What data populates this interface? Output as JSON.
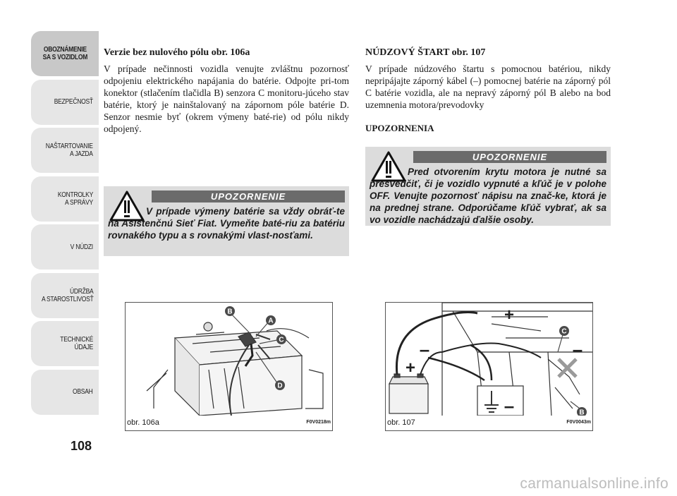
{
  "sidebar": {
    "tabs": [
      {
        "label": "OBOZNÁMENIE\nSA S VOZIDLOM",
        "active": true
      },
      {
        "label": "BEZPEČNOSŤ",
        "active": false
      },
      {
        "label": "NAŠTARTOVANIE\nA JAZDA",
        "active": false
      },
      {
        "label": "KONTROLKY\nA SPRÁVY",
        "active": false
      },
      {
        "label": "V NÚDZI",
        "active": false
      },
      {
        "label": "ÚDRŽBA\nA STAROSTLIVOSŤ",
        "active": false
      },
      {
        "label": "TECHNICKÉ\nÚDAJE",
        "active": false
      },
      {
        "label": "OBSAH",
        "active": false
      }
    ]
  },
  "page_number": "108",
  "left_column": {
    "heading": "Verzie bez nulového pólu obr. 106a",
    "body": "V prípade nečinnosti vozidla venujte zvláštnu pozornosť odpojeniu elektrického napájania do batérie. Odpojte pri-tom konektor (stlačením tlačidla B) senzora C monitoru-júceho stav batérie, ktorý je nainštalovaný na zápornom póle batérie D. Senzor nesmie byť (okrem výmeny baté-rie) od pólu nikdy odpojený."
  },
  "right_column": {
    "heading": "NÚDZOVÝ ŠTART obr. 107",
    "body": "V prípade núdzového štartu s pomocnou batériou, nikdy nepripájajte záporný kábel (–) pomocnej batérie na záporný pól C batérie vozidla, ale na nepravý záporný pól B alebo na bod uzemnenia motora/prevodovky",
    "subheading": "UPOZORNENIA"
  },
  "warning_left": {
    "title": "UPOZORNENIE",
    "text": "V prípade výmeny batérie sa vždy obráť-te na Asistenčnú Sieť Fiat. Vymeňte baté-riu za batériu rovnakého typu a s rovnakými vlast-nosťami."
  },
  "warning_right": {
    "title": "UPOZORNENIE",
    "text": "Pred otvorením krytu motora je nutné sa presvedčiť, či je vozidlo vypnuté a kľúč je v polohe OFF. Venujte pozornosť nápisu na znač-ke, ktorá je na prednej strane. Odporúčame kľúč vybrať, ak sa vo vozidle nachádzajú ďalšie osoby."
  },
  "figure_left": {
    "caption": "obr. 106a",
    "code": "F0V0218m",
    "callouts": [
      "B",
      "A",
      "C",
      "D"
    ]
  },
  "figure_right": {
    "caption": "obr. 107",
    "code": "F0V0043m",
    "callouts": [
      "C",
      "B"
    ],
    "symbols": [
      "+",
      "–",
      "+",
      "–",
      "–"
    ]
  },
  "watermark": "carmanualsonline.info",
  "colors": {
    "tab_bg": "#e6e6e6",
    "tab_active_bg": "#c8c8c8",
    "warning_bg": "#dcdcdc",
    "warning_bar": "#6b6b6b",
    "callout": "#4a4a4a"
  }
}
